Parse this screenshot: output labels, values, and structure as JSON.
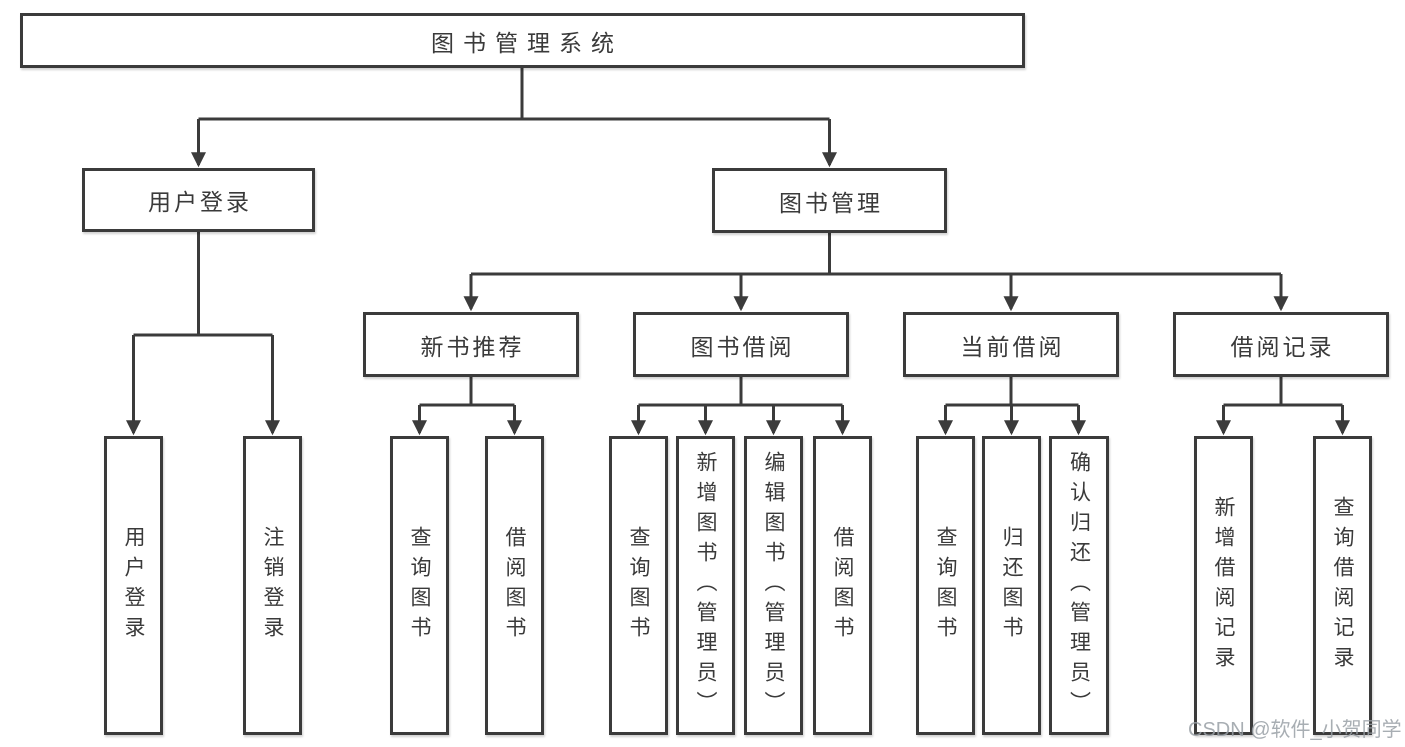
{
  "tree": {
    "label": "图书管理系统",
    "children": [
      {
        "label": "用户登录",
        "children": [
          {
            "label": "用户登录"
          },
          {
            "label": "注销登录"
          }
        ]
      },
      {
        "label": "图书管理",
        "children": [
          {
            "label": "新书推荐",
            "children": [
              {
                "label": "查询图书"
              },
              {
                "label": "借阅图书"
              }
            ]
          },
          {
            "label": "图书借阅",
            "children": [
              {
                "label": "查询图书"
              },
              {
                "label": "新增图书（管理员）"
              },
              {
                "label": "编辑图书（管理员）"
              },
              {
                "label": "借阅图书"
              }
            ]
          },
          {
            "label": "当前借阅",
            "children": [
              {
                "label": "查询图书"
              },
              {
                "label": "归还图书"
              },
              {
                "label": "确认归还（管理员）"
              }
            ]
          },
          {
            "label": "借阅记录",
            "children": [
              {
                "label": "新增借阅记录"
              },
              {
                "label": "查询借阅记录"
              }
            ]
          }
        ]
      }
    ]
  },
  "watermark": "CSDN @软件_小贺同学",
  "colors": {
    "line": "#3b3b3b",
    "text": "#3a3a3a",
    "box_background": "#ffffff",
    "watermark": "#9aa0a6"
  }
}
